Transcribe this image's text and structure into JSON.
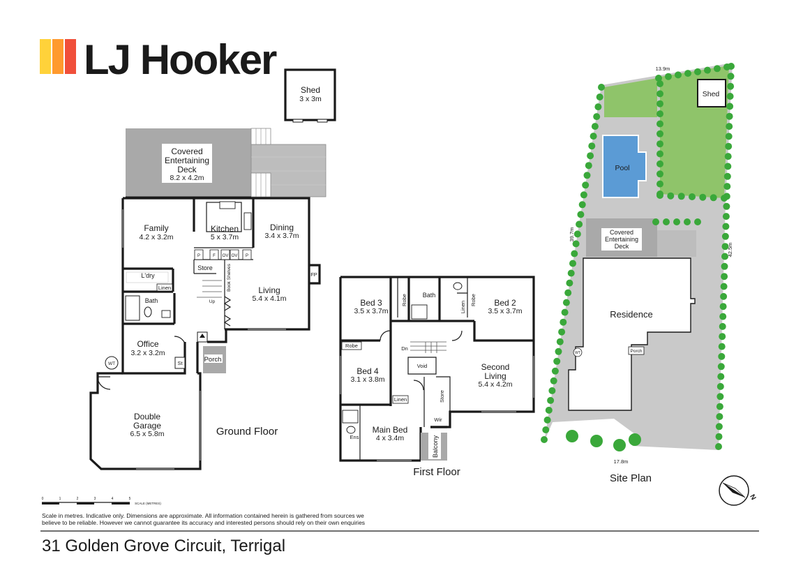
{
  "brand": {
    "name": "LJ Hooker",
    "stripe_colors": [
      "#ffd23a",
      "#ff9a2e",
      "#f04f3a"
    ]
  },
  "address": "31 Golden Grove Circuit, Terrigal",
  "disclaimer": {
    "line1": "Scale in metres. Indicative only. Dimensions are approximate. All information contained herein is gathered from sources we",
    "line2": "believe to be reliable. However we cannot guarantee its accuracy and interested persons should rely on their own enquiries"
  },
  "scale": {
    "label": "SCALE (METRES)",
    "ticks": [
      "0",
      "1",
      "2",
      "3",
      "4",
      "5"
    ]
  },
  "ground_floor": {
    "title": "Ground Floor",
    "shed": {
      "name": "Shed",
      "dim": "3 x 3m"
    },
    "deck": {
      "l1": "Covered",
      "l2": "Entertaining",
      "l3": "Deck",
      "dim": "8.2 x 4.2m"
    },
    "family": {
      "name": "Family",
      "dim": "4.2 x 3.2m"
    },
    "kitchen": {
      "name": "Kitchen",
      "dim": "5 x 3.7m"
    },
    "dining": {
      "name": "Dining",
      "dim": "3.4 x 3.7m"
    },
    "living": {
      "name": "Living",
      "dim": "5.4 x 4.1m"
    },
    "office": {
      "name": "Office",
      "dim": "3.2 x 3.2m"
    },
    "garage": {
      "l1": "Double",
      "l2": "Garage",
      "dim": "6.5 x 5.8m"
    },
    "small": {
      "ldry": "L'dry",
      "linen": "Linen",
      "bath": "Bath",
      "store": "Store",
      "porch": "Porch",
      "fp": "FP",
      "wt": "WT",
      "st": "St",
      "up": "Up",
      "book": "Book Shelves",
      "p1": "P",
      "f": "F",
      "ov1": "OV",
      "ov2": "OV",
      "p2": "P"
    }
  },
  "first_floor": {
    "title": "First Floor",
    "bed3": {
      "name": "Bed 3",
      "dim": "3.5 x 3.7m"
    },
    "bed2": {
      "name": "Bed 2",
      "dim": "3.5 x 3.7m"
    },
    "bed4": {
      "name": "Bed 4",
      "dim": "3.1 x 3.8m"
    },
    "main_bed": {
      "name": "Main Bed",
      "dim": "4 x 3.4m"
    },
    "second_living": {
      "l1": "Second",
      "l2": "Living",
      "dim": "5.4 x 4.2m"
    },
    "small": {
      "bath": "Bath",
      "robe1": "Robe",
      "robe2": "Robe",
      "robe3": "Robe",
      "linen1": "Linen",
      "linen2": "Linen",
      "void": "Void",
      "store": "Store",
      "wir": "Wir",
      "ens": "Ens",
      "balcony": "Balcony",
      "dn": "Dn"
    }
  },
  "site_plan": {
    "title": "Site Plan",
    "residence": "Residence",
    "pool": "Pool",
    "shed": "Shed",
    "deck": {
      "l1": "Covered",
      "l2": "Entertaining",
      "l3": "Deck"
    },
    "porch": "Porch",
    "wt": "WT",
    "dims": {
      "top": "13.9m",
      "left": "39.7m",
      "right": "42.5m",
      "bottom": "17.8m"
    },
    "compass": "N"
  },
  "colors": {
    "deck_fill": "#a9a9a9",
    "lawn": "#8fc46a",
    "pool": "#5b9bd5",
    "paving": "#c9c9c9",
    "hedge": "#3aa83a"
  }
}
